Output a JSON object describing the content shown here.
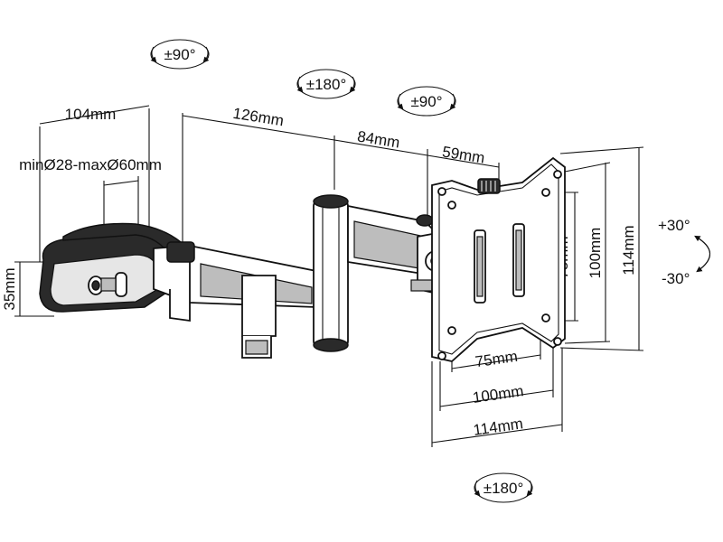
{
  "rotations": {
    "top_left": "±90°",
    "top_middle": "±180°",
    "top_right": "±90°",
    "bottom": "±180°",
    "tilt_up": "+30°",
    "tilt_down": "-30°"
  },
  "dimensions": {
    "clamp_depth": "104mm",
    "clamp_range": "minØ28-maxØ60mm",
    "clamp_height": "35mm",
    "arm_1": "126mm",
    "arm_2": "84mm",
    "arm_3": "59mm",
    "vesa_small_h": "75mm",
    "vesa_large_h": "100mm",
    "plate_h": "114mm",
    "vesa_small_w": "75mm",
    "vesa_large_w": "100mm",
    "plate_w": "114mm"
  }
}
